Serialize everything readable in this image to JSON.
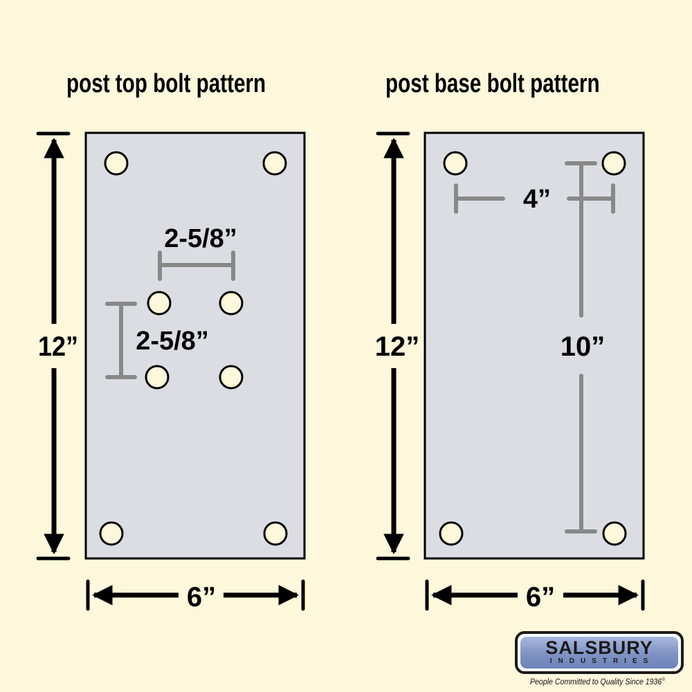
{
  "panels": [
    {
      "title": "post top bolt pattern",
      "height_label": "12”",
      "width_label": "6”",
      "inner_dims": [
        {
          "label": "2-5/8”",
          "orientation": "horizontal"
        },
        {
          "label": "2-5/8”",
          "orientation": "vertical"
        }
      ],
      "bolt_holes": 8
    },
    {
      "title": "post base bolt pattern",
      "height_label": "12”",
      "width_label": "6”",
      "inner_dims": [
        {
          "label": "4”",
          "orientation": "horizontal"
        },
        {
          "label": "10”",
          "orientation": "vertical"
        }
      ],
      "bolt_holes": 4
    }
  ],
  "brand": {
    "name": "SALSBURY",
    "subtitle": "INDUSTRIES",
    "tagline": "People Committed to Quality Since 1936",
    "registered": "®"
  },
  "colors": {
    "background": "#fdf7dc",
    "plate": "#dcdde2",
    "hole_fill": "#fdf7dc",
    "dimension_gray": "#888888",
    "ink": "#000000"
  }
}
